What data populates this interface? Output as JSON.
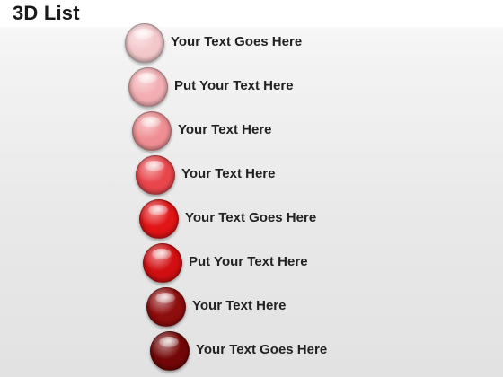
{
  "title": "3D List",
  "items": [
    {
      "label": "Your Text  Goes Here",
      "color": "#f3c8cb"
    },
    {
      "label": "Put Your Text Here",
      "color": "#f2aeb2"
    },
    {
      "label": "Your Text Here",
      "color": "#ef8f93"
    },
    {
      "label": "Your Text Here",
      "color": "#e8464b"
    },
    {
      "label": "Your Text Goes Here",
      "color": "#e11416"
    },
    {
      "label": "Put Your Text Here",
      "color": "#d10f12"
    },
    {
      "label": "Your Text Here",
      "color": "#8e0d0d"
    },
    {
      "label": "Your Text Goes Here",
      "color": "#730707"
    }
  ]
}
